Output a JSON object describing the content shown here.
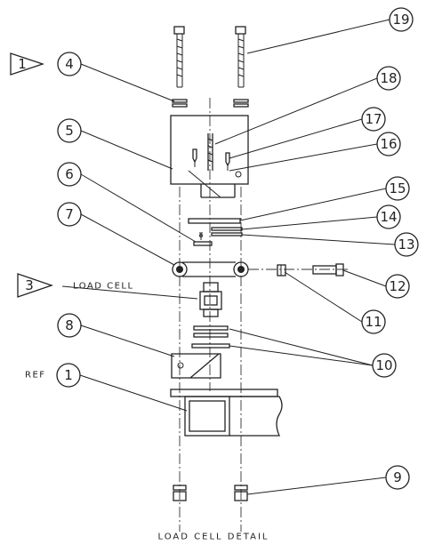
{
  "caption": "LOAD CELL DETAIL",
  "notes": {
    "load_cell_label": "LOAD CELL",
    "ref_label": "REF"
  },
  "flags": {
    "flag_1": "1",
    "flag_3": "3"
  },
  "balloons": {
    "b1": "1",
    "b4": "4",
    "b5": "5",
    "b6": "6",
    "b7": "7",
    "b8": "8",
    "b9": "9",
    "b10": "10",
    "b11": "11",
    "b12": "12",
    "b13": "13",
    "b14": "14",
    "b15": "15",
    "b16": "16",
    "b17": "17",
    "b18": "18",
    "b19": "19"
  }
}
